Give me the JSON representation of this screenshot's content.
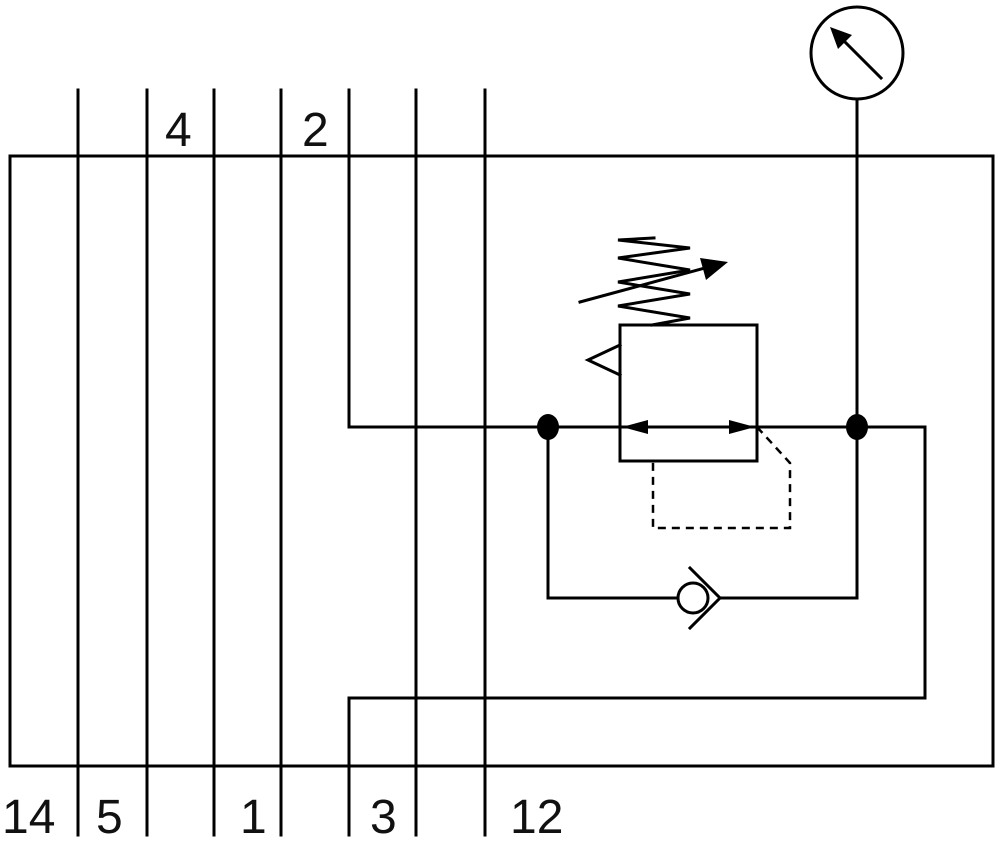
{
  "ports": {
    "top": [
      "4",
      "2"
    ],
    "bottom": [
      "14",
      "5",
      "1",
      "3",
      "12"
    ]
  },
  "icons": {
    "gauge": "pressure-gauge-icon",
    "regulator": "pressure-regulator-valve-icon",
    "check_valve": "check-valve-icon",
    "spring": "adjustable-spring-icon"
  },
  "colors": {
    "stroke": "#000000",
    "background": "#ffffff"
  }
}
